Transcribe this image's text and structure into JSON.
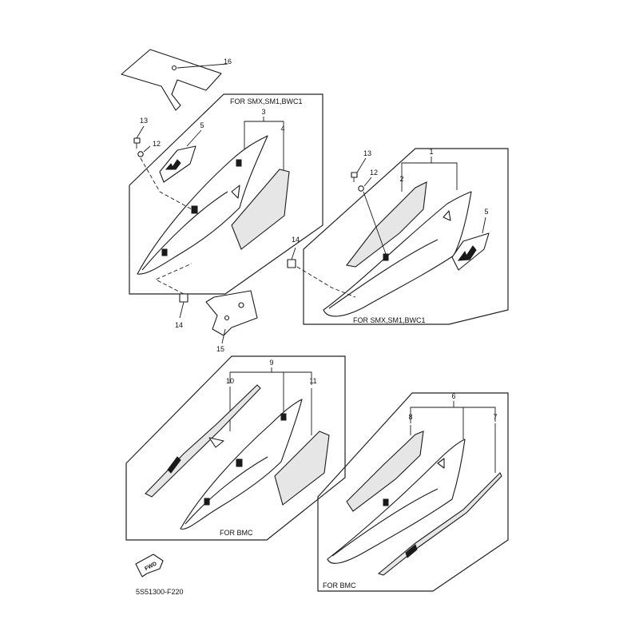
{
  "diagram": {
    "part_numbers": {
      "p1": "1",
      "p2": "2",
      "p3": "3",
      "p4": "4",
      "p5a": "5",
      "p5b": "5",
      "p6": "6",
      "p7": "7",
      "p8": "8",
      "p9": "9",
      "p10": "10",
      "p11": "11",
      "p12a": "12",
      "p12b": "12",
      "p13a": "13",
      "p13b": "13",
      "p14a": "14",
      "p14b": "14",
      "p15": "15",
      "p16": "16"
    },
    "notes": {
      "top_left": "FOR SMX,SM1,BWC1",
      "top_right": "FOR SMX,SM1,BWC1",
      "bottom_left": "FOR BMC",
      "bottom_right": "FOR BMC"
    },
    "fwd_label": "FWD",
    "figure_code": "5S51300-F220",
    "colors": {
      "line": "#1a1a1a",
      "background": "#ffffff",
      "decal": "#e6e6e6"
    }
  }
}
